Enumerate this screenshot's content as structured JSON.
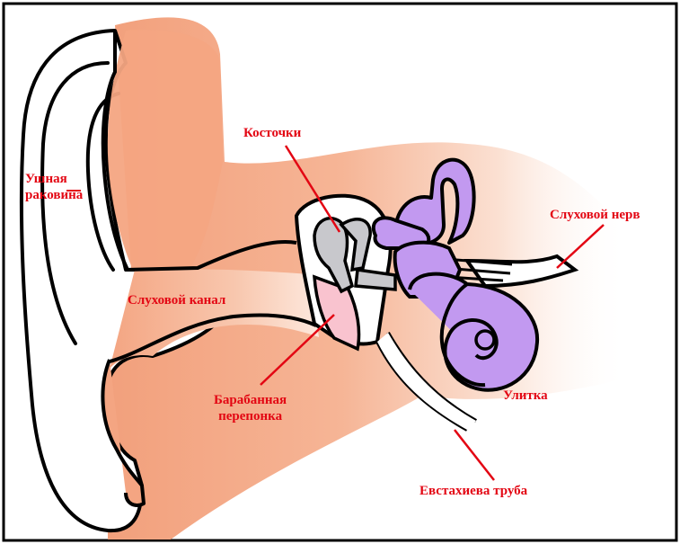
{
  "labels": {
    "auricle_line1": "Ушная",
    "auricle_line2": "раковина",
    "ossicles": "Косточки",
    "auditory_nerve": "Слуховой нерв",
    "ear_canal": "Слуховой канал",
    "eardrum_line1": "Барабанная",
    "eardrum_line2": "перепонка",
    "cochlea": "Улитка",
    "eustachian_tube": "Евстахиева труба"
  },
  "colors": {
    "skin": "#f4a582",
    "cochlea": "#c299f0",
    "ossicles": "#c8c8cc",
    "eardrum": "#f9c3cf",
    "label": "#e30613",
    "outline": "#000000"
  }
}
